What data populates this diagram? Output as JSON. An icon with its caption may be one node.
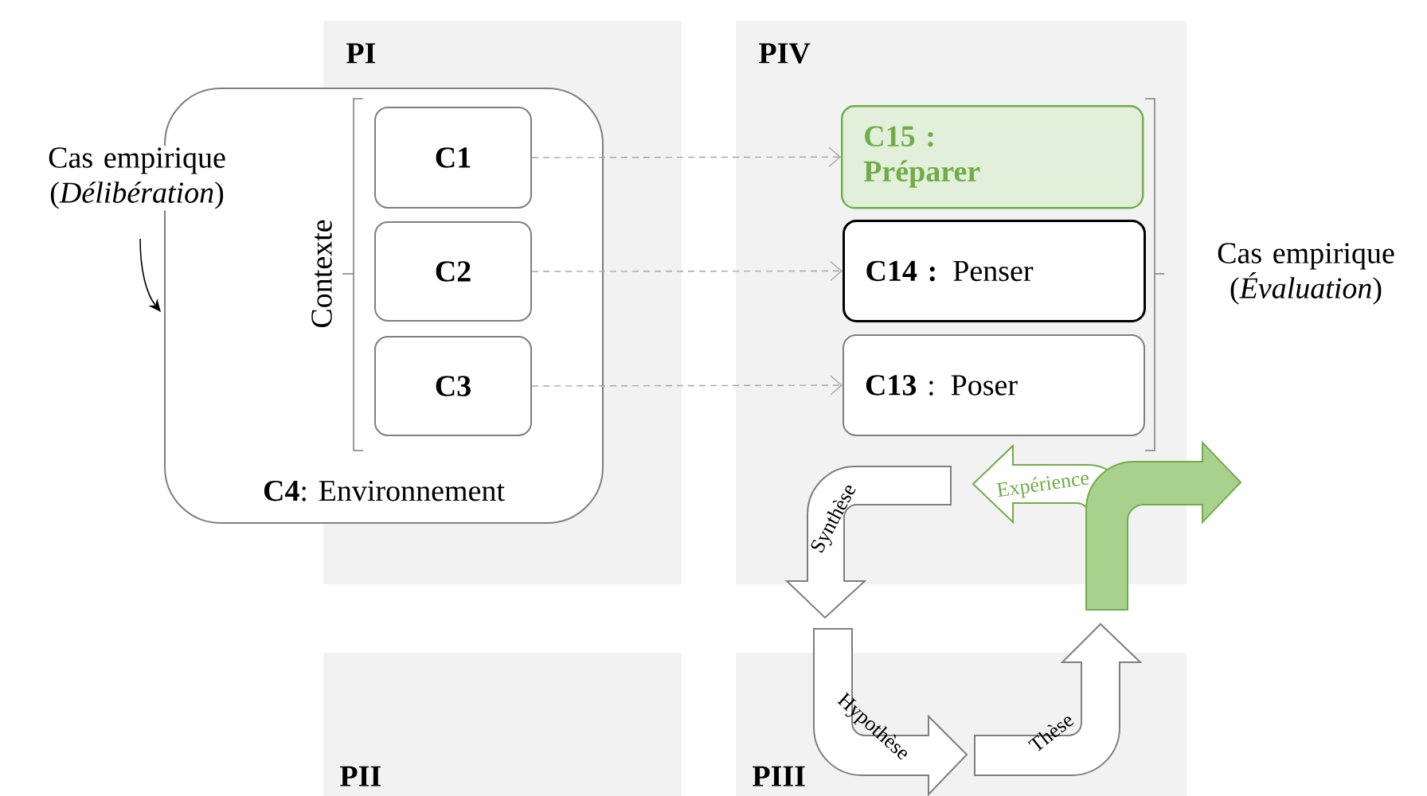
{
  "diagram": {
    "nodes": [
      {
        "text": [
          "**C4**: Environnement"
        ]
      },
      {
        "text": [
          "C1"
        ],
        "in": 0
      },
      {
        "text": [
          "C2"
        ],
        "in": 0
      },
      {
        "text": [
          "C3"
        ],
        "in": 0
      },
      {
        "text": [
          "C15 : Préparer"
        ]
      },
      {
        "text": [
          "**C14 :** Penser"
        ]
      },
      {
        "text": [
          "**C13** : Poser"
        ]
      },
      {
        "text": [
          "Synthèse"
        ]
      },
      {
        "text": [
          "Expérience"
        ]
      },
      {
        "text": [],
        "shape": "arrow"
      },
      {
        "text": [
          "Hypothèse"
        ]
      },
      {
        "text": [
          "Thèse"
        ]
      }
    ],
    "edges": [
      {
        "from": 1,
        "to": 4,
        "arrow": "to",
        "style": "dashed"
      },
      {
        "from": 2,
        "to": 5,
        "arrow": "to",
        "style": "dashed"
      },
      {
        "from": 3,
        "to": 6,
        "arrow": "to",
        "style": "dashed"
      }
    ],
    "labels": [
      "PI",
      "PIV",
      "Cas empirique (*Délibération*)",
      "Contexte",
      "Cas empirique (*Évaluation*)",
      "PII",
      "PIII"
    ]
  }
}
